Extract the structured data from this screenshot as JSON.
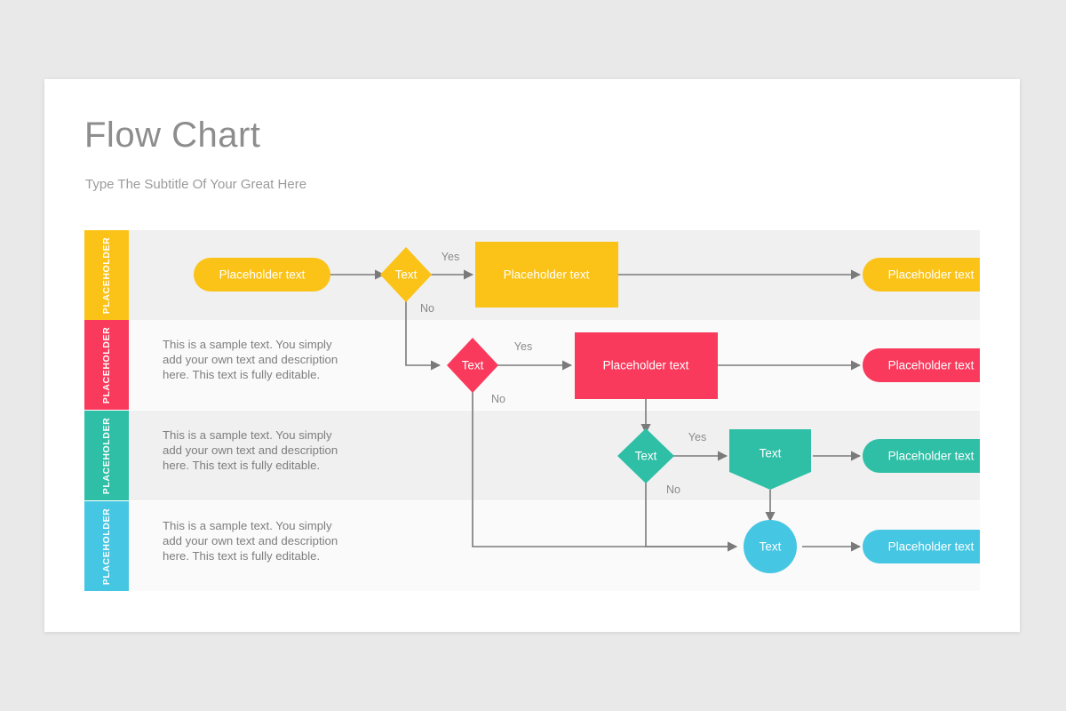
{
  "slide": {
    "title": "Flow Chart",
    "subtitle": "Type The Subtitle Of Your Great Here",
    "background_color": "#e9e9e9",
    "card_color": "#ffffff"
  },
  "colors": {
    "yellow": "#FBC318",
    "red": "#F93A5C",
    "teal": "#2FBFA6",
    "blue": "#45C6E3",
    "connector": "#7a7a7a",
    "row_odd": "#f0f0f0",
    "row_even": "#fafafa",
    "title_text": "#8d8d8d",
    "body_text": "#7e7e7e"
  },
  "rows": [
    {
      "band_label": "PLACEHOLDER",
      "color": "#FBC318",
      "description": "",
      "nodes": [
        {
          "name": "start-pill",
          "shape": "pill",
          "label": "Placeholder text"
        },
        {
          "name": "decision",
          "shape": "diamond",
          "label": "Text"
        },
        {
          "name": "process",
          "shape": "rectangle",
          "label": "Placeholder text"
        },
        {
          "name": "end-pill",
          "shape": "pill",
          "label": "Placeholder text"
        }
      ],
      "edge_labels": {
        "yes": "Yes",
        "no": "No"
      }
    },
    {
      "band_label": "PLACEHOLDER",
      "color": "#F93A5C",
      "description": "This is a sample text. You simply add your own text and description here. This text is fully editable.",
      "nodes": [
        {
          "name": "decision",
          "shape": "diamond",
          "label": "Text"
        },
        {
          "name": "process",
          "shape": "rectangle",
          "label": "Placeholder text"
        },
        {
          "name": "end-pill",
          "shape": "pill",
          "label": "Placeholder text"
        }
      ],
      "edge_labels": {
        "yes": "Yes",
        "no": "No"
      }
    },
    {
      "band_label": "PLACEHOLDER",
      "color": "#2FBFA6",
      "description": "This is a sample text. You simply add your own text and description here. This text is fully editable.",
      "nodes": [
        {
          "name": "decision",
          "shape": "diamond",
          "label": "Text"
        },
        {
          "name": "process",
          "shape": "pentagon",
          "label": "Text"
        },
        {
          "name": "end-pill",
          "shape": "pill",
          "label": "Placeholder text"
        }
      ],
      "edge_labels": {
        "yes": "Yes",
        "no": "No"
      }
    },
    {
      "band_label": "PLACEHOLDER",
      "color": "#45C6E3",
      "description": "This is a sample text. You simply add your own text and description here. This text is fully editable.",
      "nodes": [
        {
          "name": "decision",
          "shape": "circle",
          "label": "Text"
        },
        {
          "name": "end-pill",
          "shape": "pill",
          "label": "Placeholder text"
        }
      ],
      "edge_labels": {
        "yes": "",
        "no": ""
      }
    }
  ]
}
